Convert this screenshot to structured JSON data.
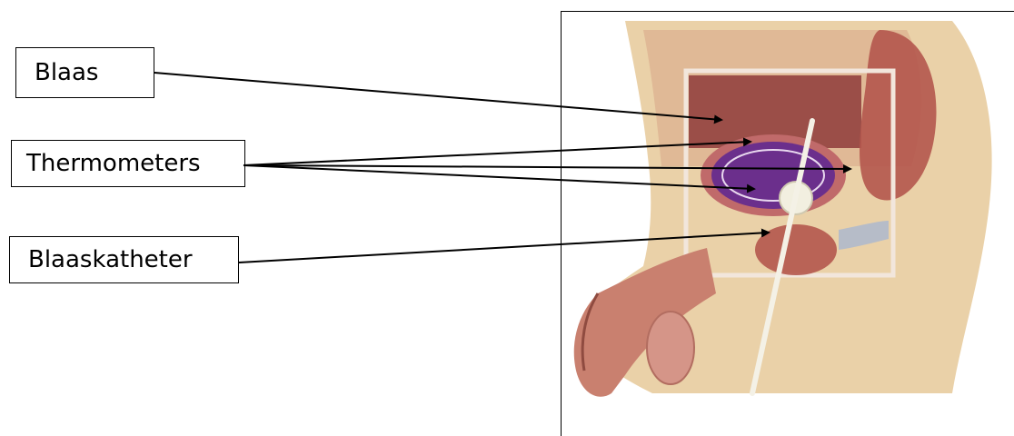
{
  "labels": {
    "bladder": "Blaas",
    "thermometers": "Thermometers",
    "catheter": "Blaaskatheter"
  }
}
